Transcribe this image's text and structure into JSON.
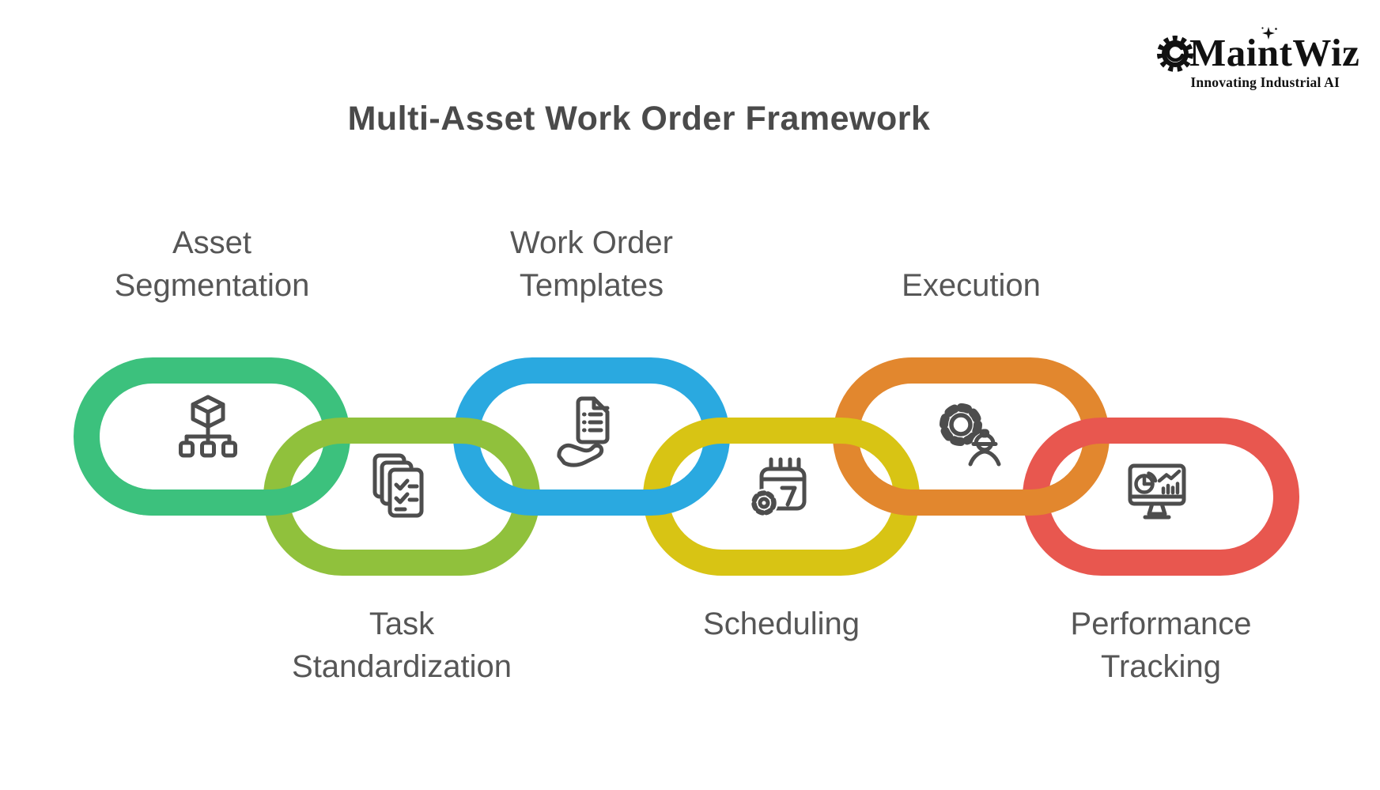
{
  "title": "Multi-Asset Work Order Framework",
  "logo": {
    "name": "MaintWiz",
    "tagline": "Innovating Industrial AI"
  },
  "colors": {
    "icon_stroke": "#4d4d4d",
    "label_text": "#565656",
    "title_text": "#4a4a4a",
    "logo_ink": "#111111"
  },
  "links": [
    {
      "id": "asset-segmentation",
      "label_lines": [
        "Asset",
        "Segmentation"
      ],
      "color": "#3cc17d",
      "icon": "hierarchy-cube-icon",
      "label_position": "top"
    },
    {
      "id": "task-standardization",
      "label_lines": [
        "Task",
        "Standardization"
      ],
      "color": "#90c13c",
      "icon": "checklist-documents-icon",
      "label_position": "bottom"
    },
    {
      "id": "work-order-templates",
      "label_lines": [
        "Work Order",
        "Templates"
      ],
      "color": "#2aa9e0",
      "icon": "hand-document-icon",
      "label_position": "top"
    },
    {
      "id": "scheduling",
      "label_lines": [
        "Scheduling"
      ],
      "color": "#d8c414",
      "icon": "calendar-gear-icon",
      "label_position": "bottom"
    },
    {
      "id": "execution",
      "label_lines": [
        "Execution"
      ],
      "color": "#e2872e",
      "icon": "gear-worker-icon",
      "label_position": "top"
    },
    {
      "id": "performance-tracking",
      "label_lines": [
        "Performance",
        "Tracking"
      ],
      "color": "#e8574f",
      "icon": "monitor-analytics-icon",
      "label_position": "bottom"
    }
  ]
}
